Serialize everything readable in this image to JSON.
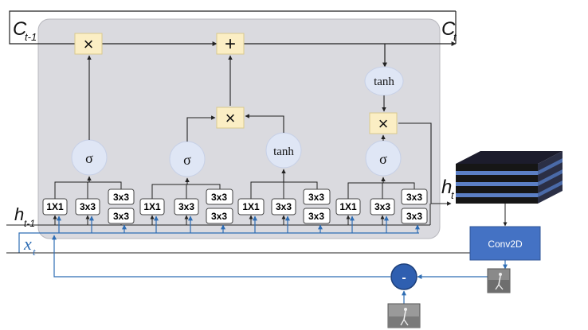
{
  "cell_state": {
    "prev_label": "C",
    "prev_sub": "t-1",
    "next_label": "C",
    "next_sub": "t"
  },
  "hidden_state": {
    "prev_label": "h",
    "prev_sub": "t-1",
    "out_label": "h",
    "out_sub": "t"
  },
  "input": {
    "label": "x",
    "sub": "t"
  },
  "operators": {
    "multiply": "×",
    "add": "+",
    "subtract": "-"
  },
  "activations": {
    "sigmoid": "σ",
    "tanh": "tanh"
  },
  "conv_labels": {
    "k1": "1X1",
    "k3": "3x3"
  },
  "conv2d_label": "Conv2D",
  "colors": {
    "panel_bg": "#dadadf",
    "op_box": "#fbeec4",
    "act_circle": "#dfe6f5",
    "blue_line": "#2e6db4",
    "conv2d_fill": "#4472c4",
    "minus_fill": "#2f5fb0"
  }
}
